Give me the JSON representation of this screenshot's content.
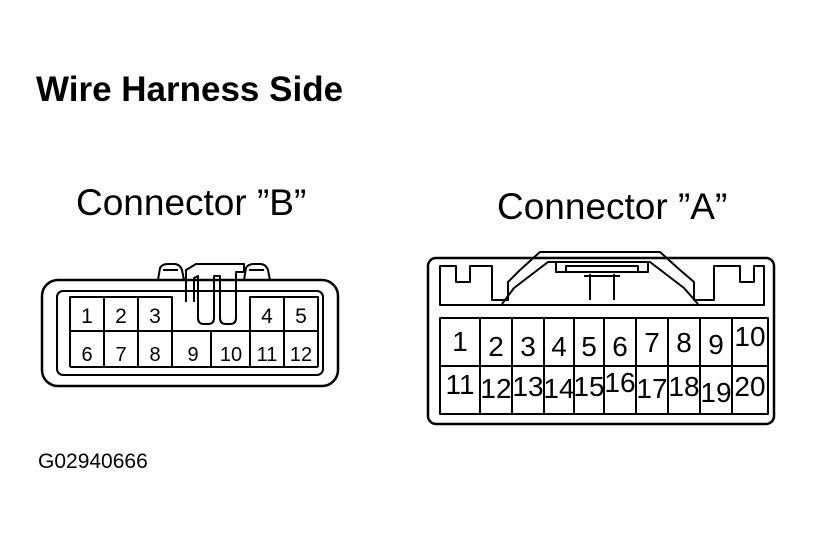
{
  "title": "Wire Harness Side",
  "connector_b": {
    "label": "Connector ”B”",
    "pins": [
      "1",
      "2",
      "3",
      "4",
      "5",
      "6",
      "7",
      "8",
      "9",
      "10",
      "11",
      "12"
    ]
  },
  "connector_a": {
    "label": "Connector ”A”",
    "pins": [
      "1",
      "2",
      "3",
      "4",
      "5",
      "6",
      "7",
      "8",
      "9",
      "10",
      "11",
      "12",
      "13",
      "14",
      "15",
      "16",
      "17",
      "18",
      "19",
      "20"
    ]
  },
  "figure_code": "G02940666"
}
